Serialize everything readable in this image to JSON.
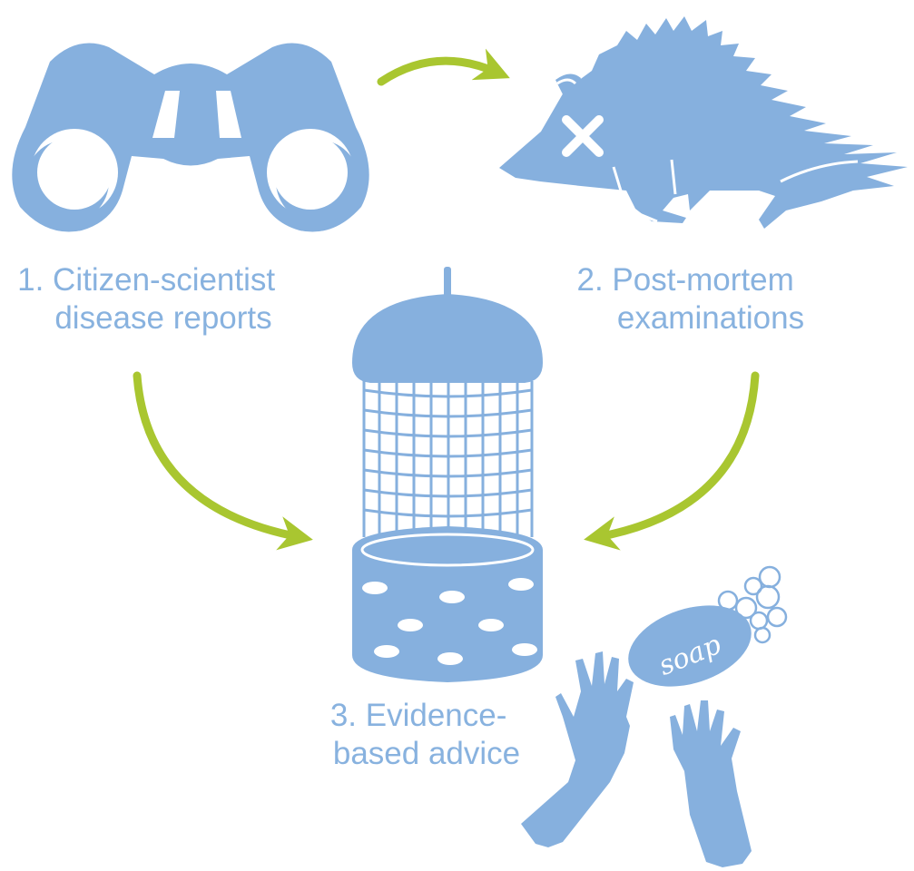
{
  "colors": {
    "icon": "#86b0de",
    "label": "#88b2df",
    "arrow": "#a9c630",
    "background": "#ffffff"
  },
  "steps": [
    {
      "icon": "binoculars-icon",
      "line1": "1. Citizen-scientist",
      "line2": "disease reports"
    },
    {
      "icon": "dead-hedgehog-icon",
      "line1": "2. Post-mortem",
      "line2": "examinations"
    },
    {
      "icon": "bird-feeder-icon",
      "line1": "3. Evidence-",
      "line2": "based advice"
    }
  ],
  "soap_text": "soap"
}
